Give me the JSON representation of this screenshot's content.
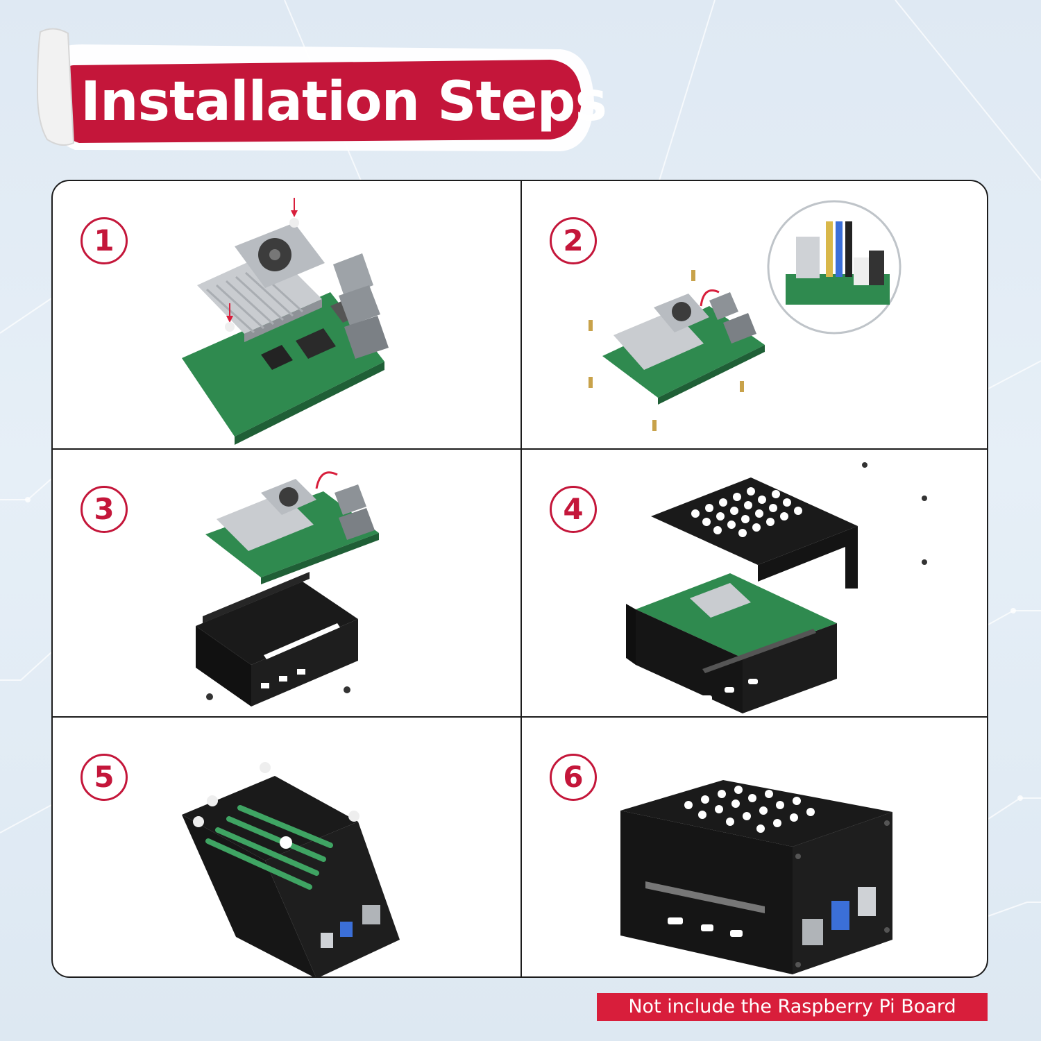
{
  "banner": {
    "title": "Installation Steps"
  },
  "steps": [
    {
      "number": "1"
    },
    {
      "number": "2"
    },
    {
      "number": "3"
    },
    {
      "number": "4"
    },
    {
      "number": "5"
    },
    {
      "number": "6"
    }
  ],
  "footnote": "Not include the Raspberry Pi Board",
  "colors": {
    "accent": "#c4163a",
    "note_bg": "#d81e3b",
    "case": "#151515",
    "pcb": "#2f8a4f",
    "heatsink": "#c9ccd0"
  },
  "icons": [
    "step-number-icon",
    "raspberry-pi-board-icon",
    "cooler-icon",
    "case-icon",
    "screw-icon",
    "standoff-icon",
    "magnifier-circle-icon"
  ]
}
